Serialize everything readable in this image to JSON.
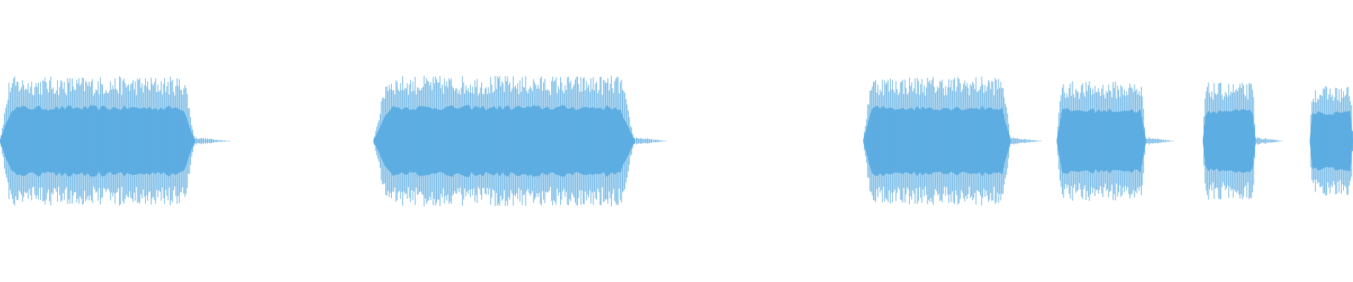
{
  "waveform": {
    "color": "#5dade2",
    "segments": [
      {
        "start": 0.0,
        "end": 0.144,
        "amplitude": 0.92,
        "tail": 0.17
      },
      {
        "start": 0.276,
        "end": 0.469,
        "amplitude": 0.93,
        "tail": 0.493
      },
      {
        "start": 0.638,
        "end": 0.747,
        "amplitude": 0.92,
        "tail": 0.77
      },
      {
        "start": 0.781,
        "end": 0.847,
        "amplitude": 0.85,
        "tail": 0.868
      },
      {
        "start": 0.889,
        "end": 0.928,
        "amplitude": 0.83,
        "tail": 0.948
      },
      {
        "start": 0.968,
        "end": 1.0,
        "amplitude": 0.78,
        "tail": 1.0
      }
    ]
  }
}
